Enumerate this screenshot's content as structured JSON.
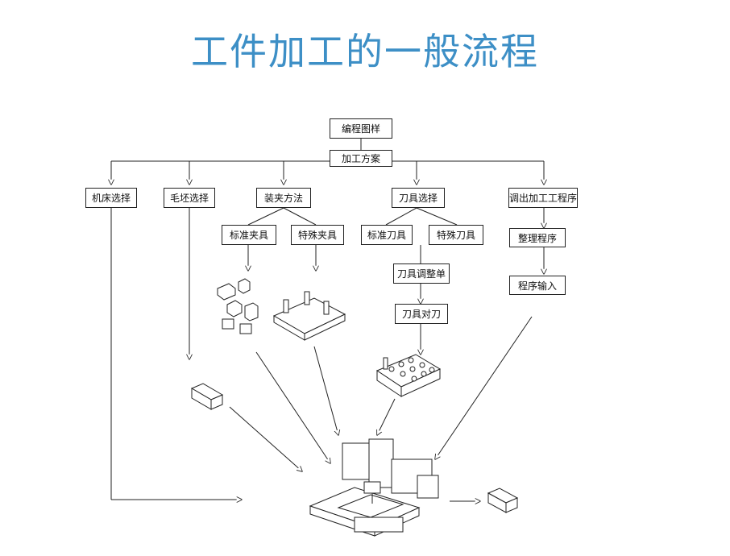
{
  "title": "工件加工的一般流程",
  "nodes": {
    "drawing": "编程图样",
    "plan": "加工方案",
    "machine_select": "机床选择",
    "blank_select": "毛坯选择",
    "clamping": "装夹方法",
    "tool_select": "刀具选择",
    "call_program": "调出加工工程序",
    "std_fixture": "标准夹具",
    "special_fixture": "特殊夹具",
    "std_tool": "标准刀具",
    "special_tool": "特殊刀具",
    "tool_sheet": "刀具调整单",
    "tool_setting": "刀具对刀",
    "organize_program": "整理程序",
    "program_input": "程序输入"
  },
  "colors": {
    "title": "#3d8fc6",
    "line": "#222222"
  }
}
